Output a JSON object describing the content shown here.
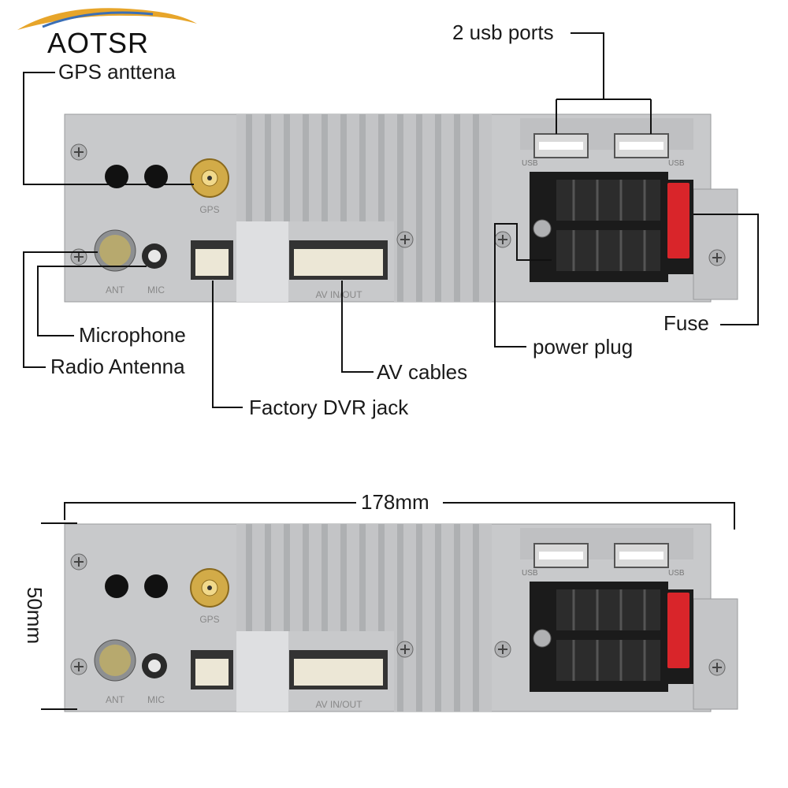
{
  "brand": {
    "name": "AOTSR"
  },
  "callouts": {
    "gps": "GPS anttena",
    "usb": "2 usb ports",
    "microphone": "Microphone",
    "radio": "Radio Antenna",
    "av": "AV cables",
    "dvr": "Factory DVR jack",
    "power": "power plug",
    "fuse": "Fuse"
  },
  "panel_labels": {
    "gps": "GPS",
    "ant": "ANT",
    "mic": "MIC",
    "av": "AV IN/OUT",
    "usb": "USB"
  },
  "dimensions": {
    "width": "178mm",
    "height": "50mm"
  },
  "colors": {
    "panel": "#c8c9cb",
    "panel_dark": "#a9abad",
    "connector_black": "#1b1b1b",
    "fuse_red": "#d9252a",
    "gold": "#c9a23c",
    "logo_swoosh": "#e7a52a"
  }
}
